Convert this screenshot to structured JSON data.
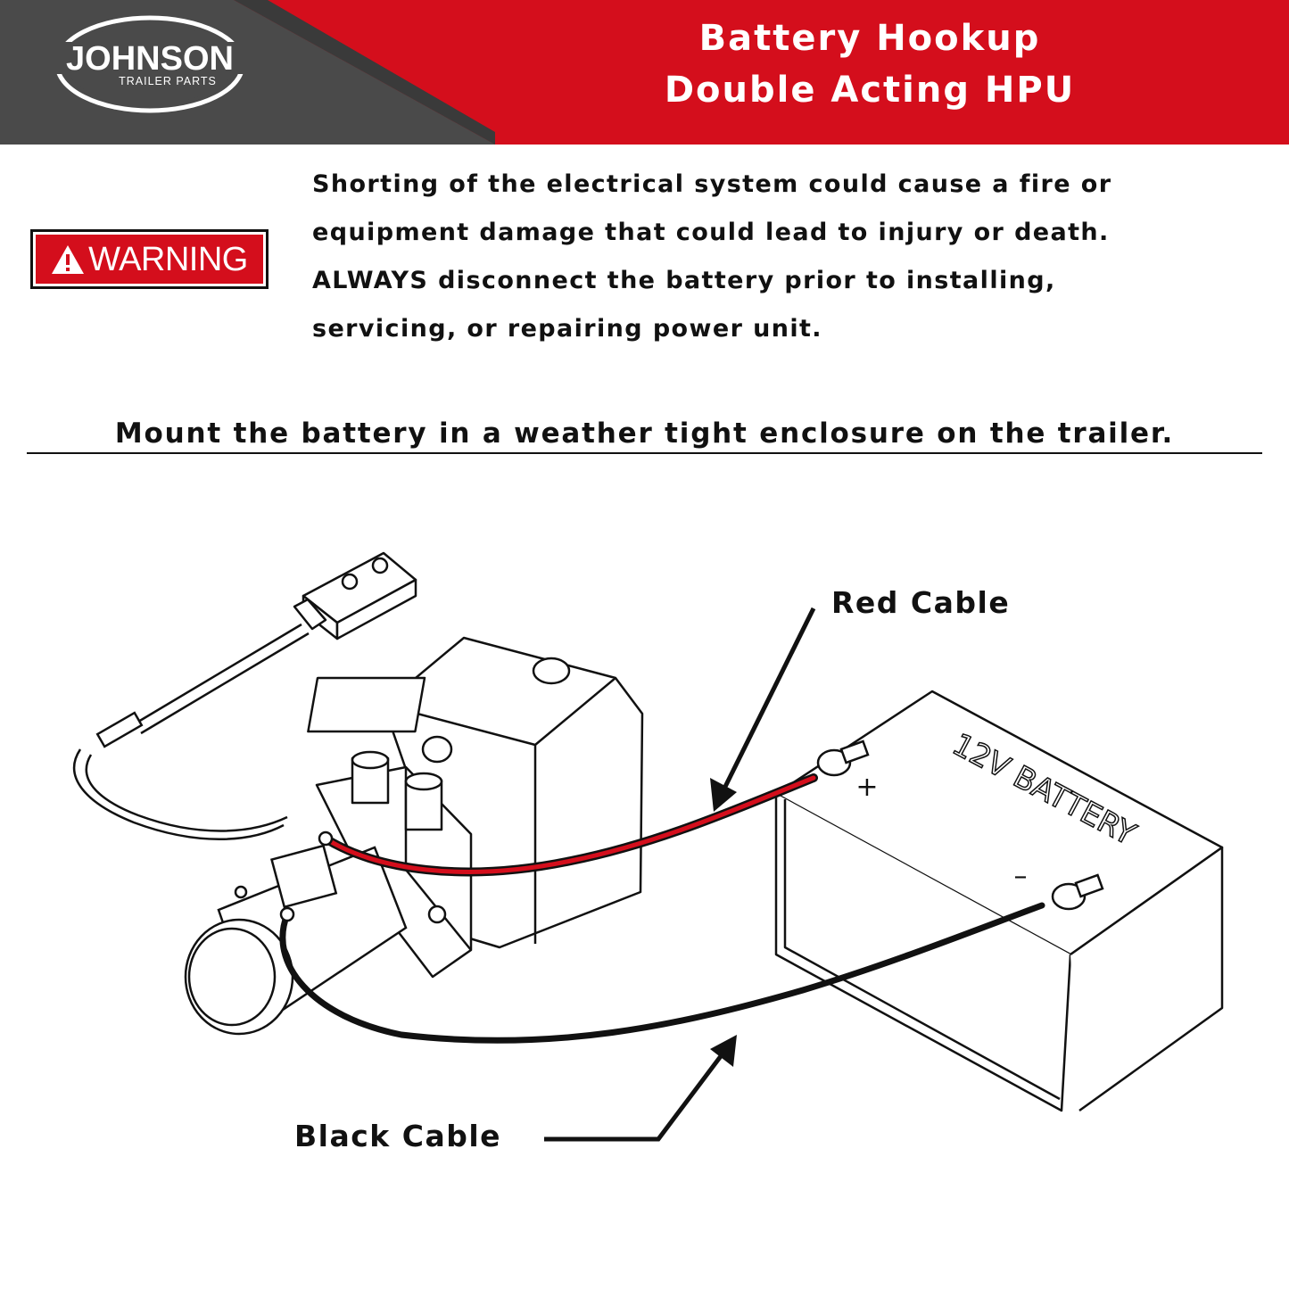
{
  "brand": {
    "name": "JOHNSON",
    "tagline": "TRAILER PARTS",
    "panel_color": "#4a4a4a",
    "accent_color": "#d40e1c"
  },
  "header": {
    "title_line1": "Battery Hookup",
    "title_line2": "Double Acting HPU"
  },
  "warning": {
    "badge_label": "WARNING",
    "icon": "warning-triangle-icon",
    "lines": [
      "Shorting of the electrical system could cause a fire or",
      "equipment damage that could lead to injury or death.",
      "ALWAYS disconnect the battery prior to installing,",
      "servicing, or repairing power unit."
    ]
  },
  "instruction": "Mount the battery in a weather tight enclosure on the trailer.",
  "diagram": {
    "battery_label": "12V BATTERY",
    "positive_symbol": "+",
    "negative_symbol": "–",
    "red_cable_label": "Red Cable",
    "black_cable_label": "Black Cable",
    "red_cable_color": "#d40e1c",
    "black_cable_color": "#111111"
  }
}
